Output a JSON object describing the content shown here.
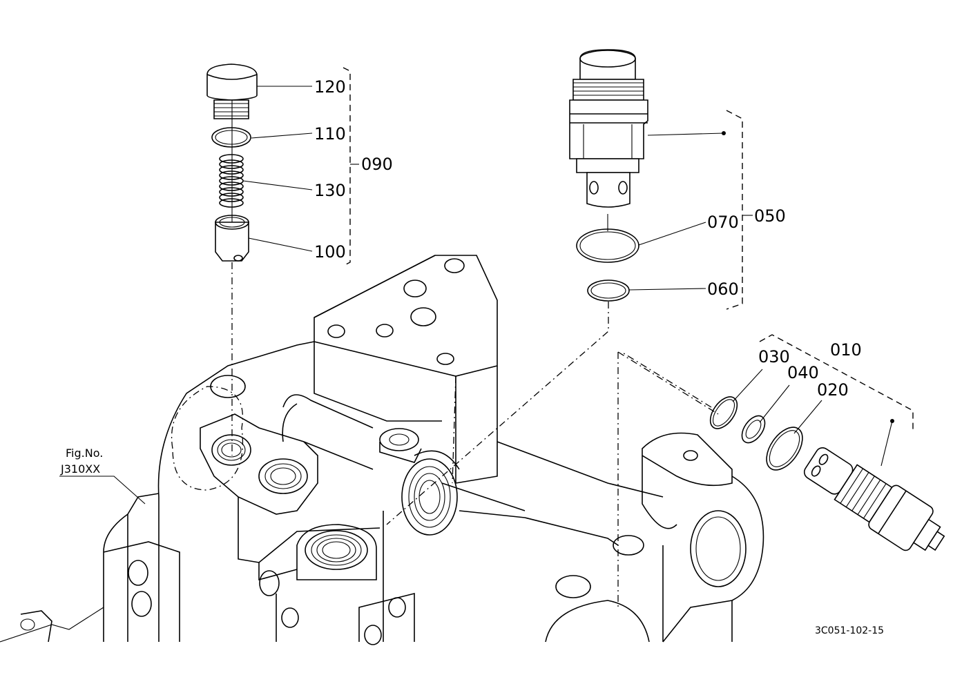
{
  "labels": {
    "p120": "120",
    "p110": "110",
    "p130": "130",
    "p100": "100",
    "p090": "090",
    "p070": "070",
    "p050": "050",
    "p060": "060",
    "p030": "030",
    "p010": "010",
    "p040": "040",
    "p020": "020"
  },
  "fig_ref": {
    "line1": "Fig.No.",
    "line2": "J310XX"
  },
  "drawing_code": "3C051-102-15"
}
